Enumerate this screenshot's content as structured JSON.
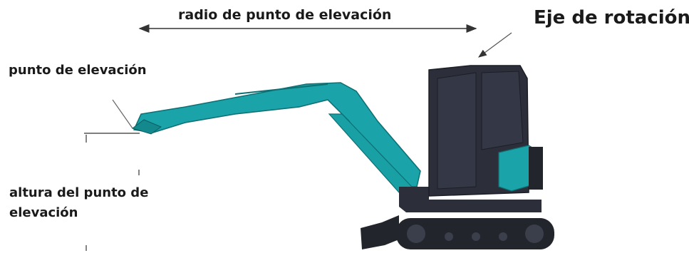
{
  "labels": {
    "lifting_point_radius": "radio de punto de elevación",
    "rotation_axis": "Eje de rotación",
    "lifting_point": "punto de elevación",
    "lifting_point_height": "altura del punto de elevación"
  },
  "colors": {
    "arm": "#1aa3a8",
    "body": "#2c2f3a",
    "cab_window": "#343846",
    "track": "#23252d",
    "dimension_line": "#333333"
  }
}
